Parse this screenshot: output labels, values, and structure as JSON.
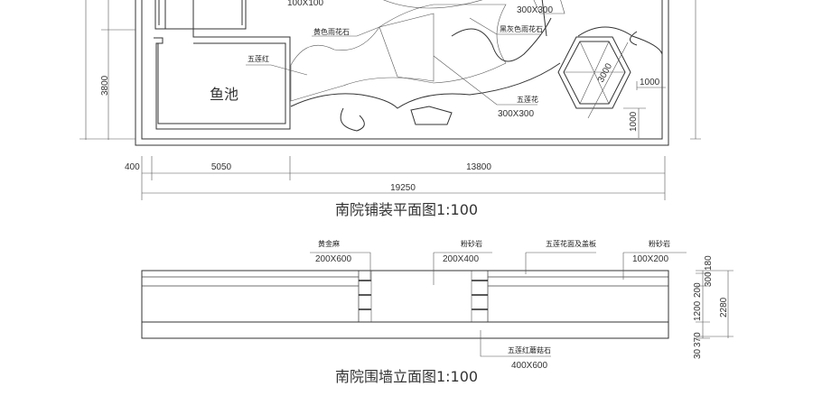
{
  "plan": {
    "title": "南院铺装平面图1:100",
    "pond_label": "鱼池",
    "labels": {
      "top_size": "100X100",
      "yellow_stone": "黄色雨花石",
      "wulian_red": "五莲红",
      "top_right_size": "300X300",
      "dark_stone": "黑灰色雨花石",
      "wulian_flower": "五莲花",
      "wulian_flower_size": "300X300"
    },
    "dimensions": {
      "height_left": "3800",
      "d400": "400",
      "d5050": "5050",
      "d13800": "13800",
      "total": "19250",
      "hex": "3000",
      "offset_a": "1000",
      "offset_b": "1000"
    }
  },
  "elevation": {
    "title": "南院围墙立面图1:100",
    "labels": {
      "granite": "黄金麻",
      "granite_size": "200X600",
      "sandstone_a": "粉砂岩",
      "sandstone_a_size": "200X400",
      "coping": "五莲花面及盖板",
      "sandstone_b": "粉砂岩",
      "sandstone_b_size": "100X200",
      "mushroom": "五莲红蘑菇石",
      "mushroom_size": "400X600"
    },
    "dimensions": [
      "180",
      "300",
      "200",
      "1200",
      "370",
      "30"
    ],
    "total": "2280"
  }
}
